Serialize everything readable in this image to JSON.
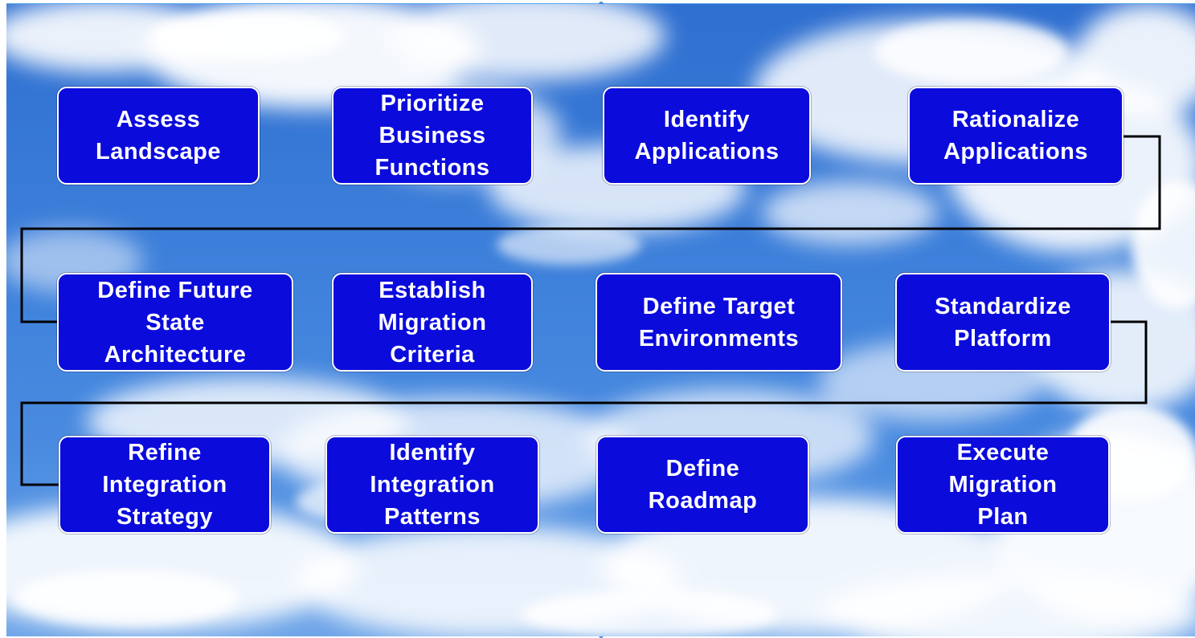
{
  "diagram": {
    "steps": [
      {
        "label": "Assess\nLandscape"
      },
      {
        "label": "Prioritize\nBusiness\nFunctions"
      },
      {
        "label": "Identify\nApplications"
      },
      {
        "label": "Rationalize\nApplications"
      },
      {
        "label": "Define Future\nState\nArchitecture"
      },
      {
        "label": "Establish\nMigration\nCriteria"
      },
      {
        "label": "Define Target\nEnvironments"
      },
      {
        "label": "Standardize\nPlatform"
      },
      {
        "label": "Refine\nIntegration\nStrategy"
      },
      {
        "label": "Identify\nIntegration\nPatterns"
      },
      {
        "label": "Define\nRoadmap"
      },
      {
        "label": "Execute\nMigration\nPlan"
      }
    ],
    "colors": {
      "box_fill": "#0b0bdc",
      "box_border": "#ffffff",
      "connector": "#000000",
      "sky": "#3f82dc"
    }
  }
}
